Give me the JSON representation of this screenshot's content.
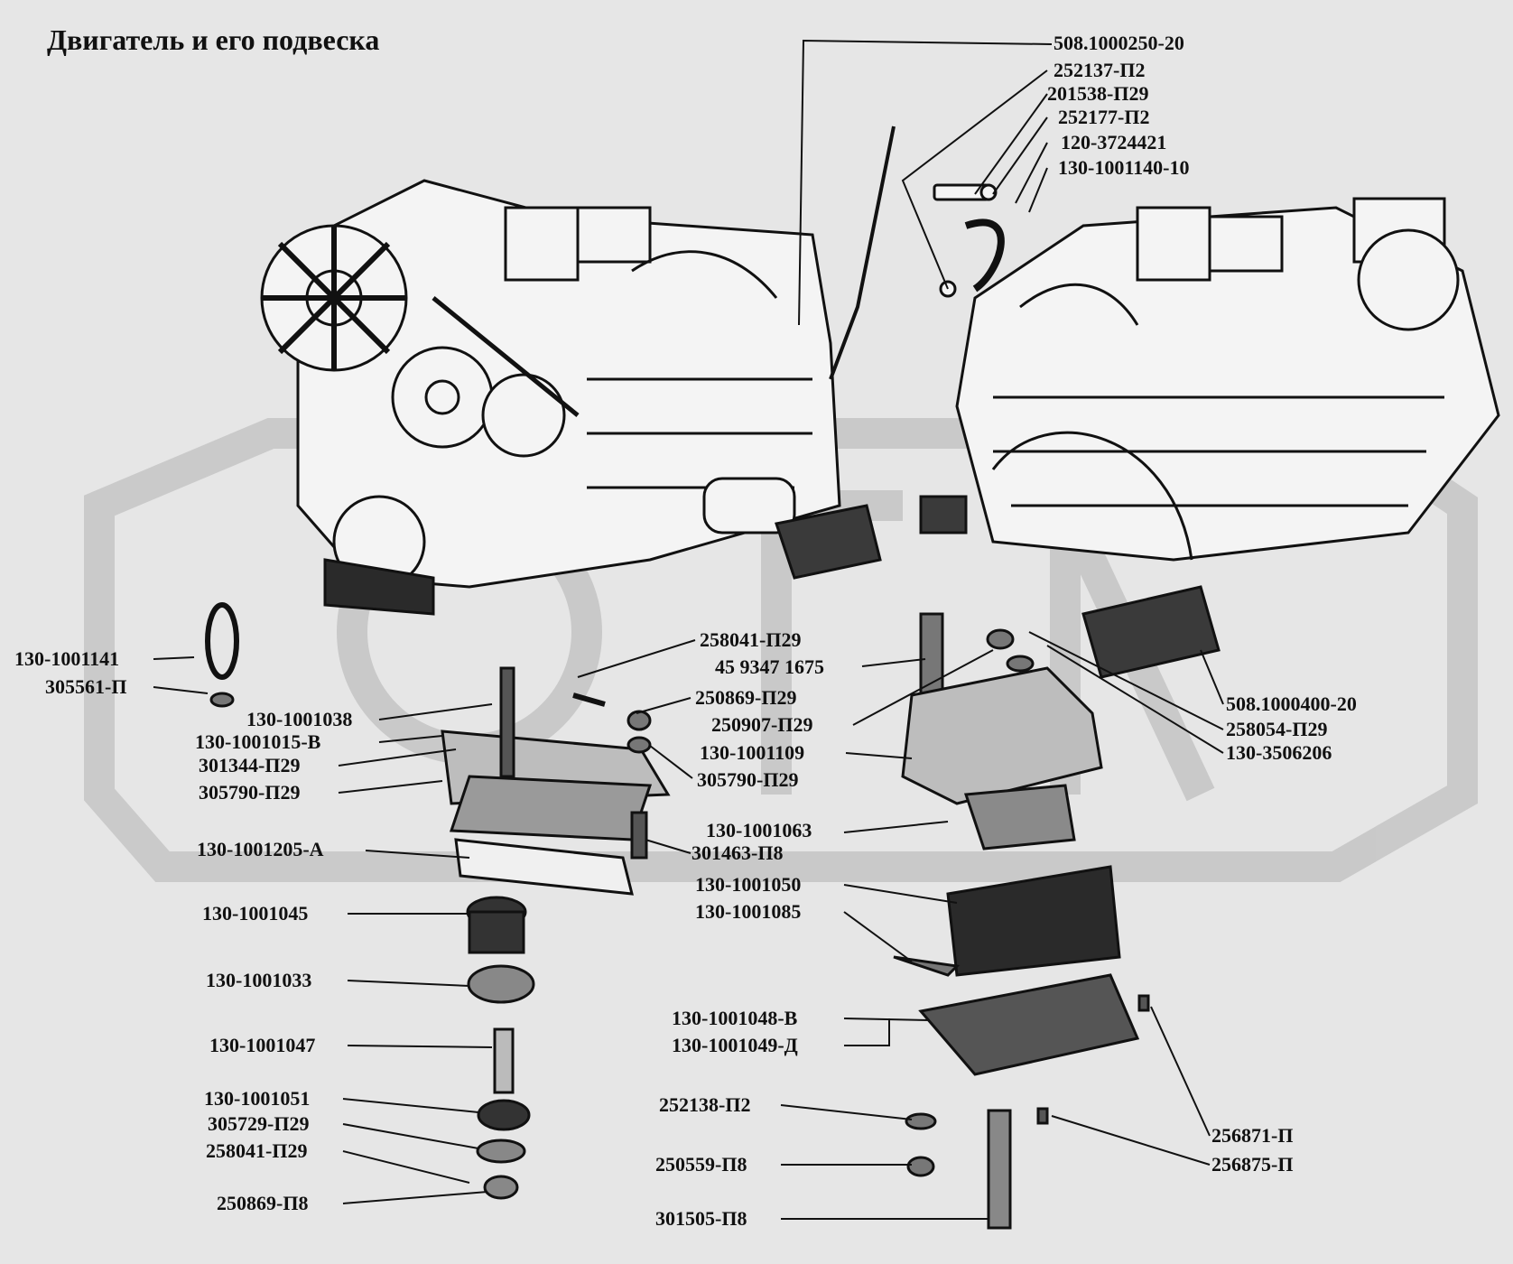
{
  "title": "Двигатель и его подвеска",
  "labels": {
    "p508_1000250_20": "508.1000250-20",
    "p252137_P2": "252137-П2",
    "p201538_P29": "201538-П29",
    "p252177_P2": "252177-П2",
    "p120_3724421": "120-3724421",
    "p130_1001140_10": "130-1001140-10",
    "p130_1001141": "130-1001141",
    "p305561_P": "305561-П",
    "p258041_P29_top": "258041-П29",
    "p45_9347_1675": "45 9347 1675",
    "p250869_P29": "250869-П29",
    "p250907_P29": "250907-П29",
    "p130_1001109": "130-1001109",
    "p305790_P29_right": "305790-П29",
    "p130_1001038": "130-1001038",
    "p130_1001015_V": "130-1001015-В",
    "p301344_P29": "301344-П29",
    "p305790_P29_left": "305790-П29",
    "p508_1000400_20": "508.1000400-20",
    "p258054_P29": "258054-П29",
    "p130_3506206": "130-3506206",
    "p130_1001063": "130-1001063",
    "p301463_P8": "301463-П8",
    "p130_1001205_A": "130-1001205-А",
    "p130_1001050": "130-1001050",
    "p130_1001085": "130-1001085",
    "p130_1001045": "130-1001045",
    "p130_1001033": "130-1001033",
    "p130_1001047": "130-1001047",
    "p130_1001048_V": "130-1001048-В",
    "p130_1001049_D": "130-1001049-Д",
    "p130_1001051": "130-1001051",
    "p305729_P29": "305729-П29",
    "p258041_P29_bottom": "258041-П29",
    "p250869_P8": "250869-П8",
    "p252138_P2": "252138-П2",
    "p250559_P8": "250559-П8",
    "p301505_P8": "301505-П8",
    "p256871_P": "256871-П",
    "p256875_P": "256875-П"
  },
  "colors": {
    "background": "#e6e6e6",
    "ink": "#111111",
    "watermark": "#c4c4c4",
    "part_fill": "#f2f2f2",
    "part_dark": "#2a2a2a"
  }
}
